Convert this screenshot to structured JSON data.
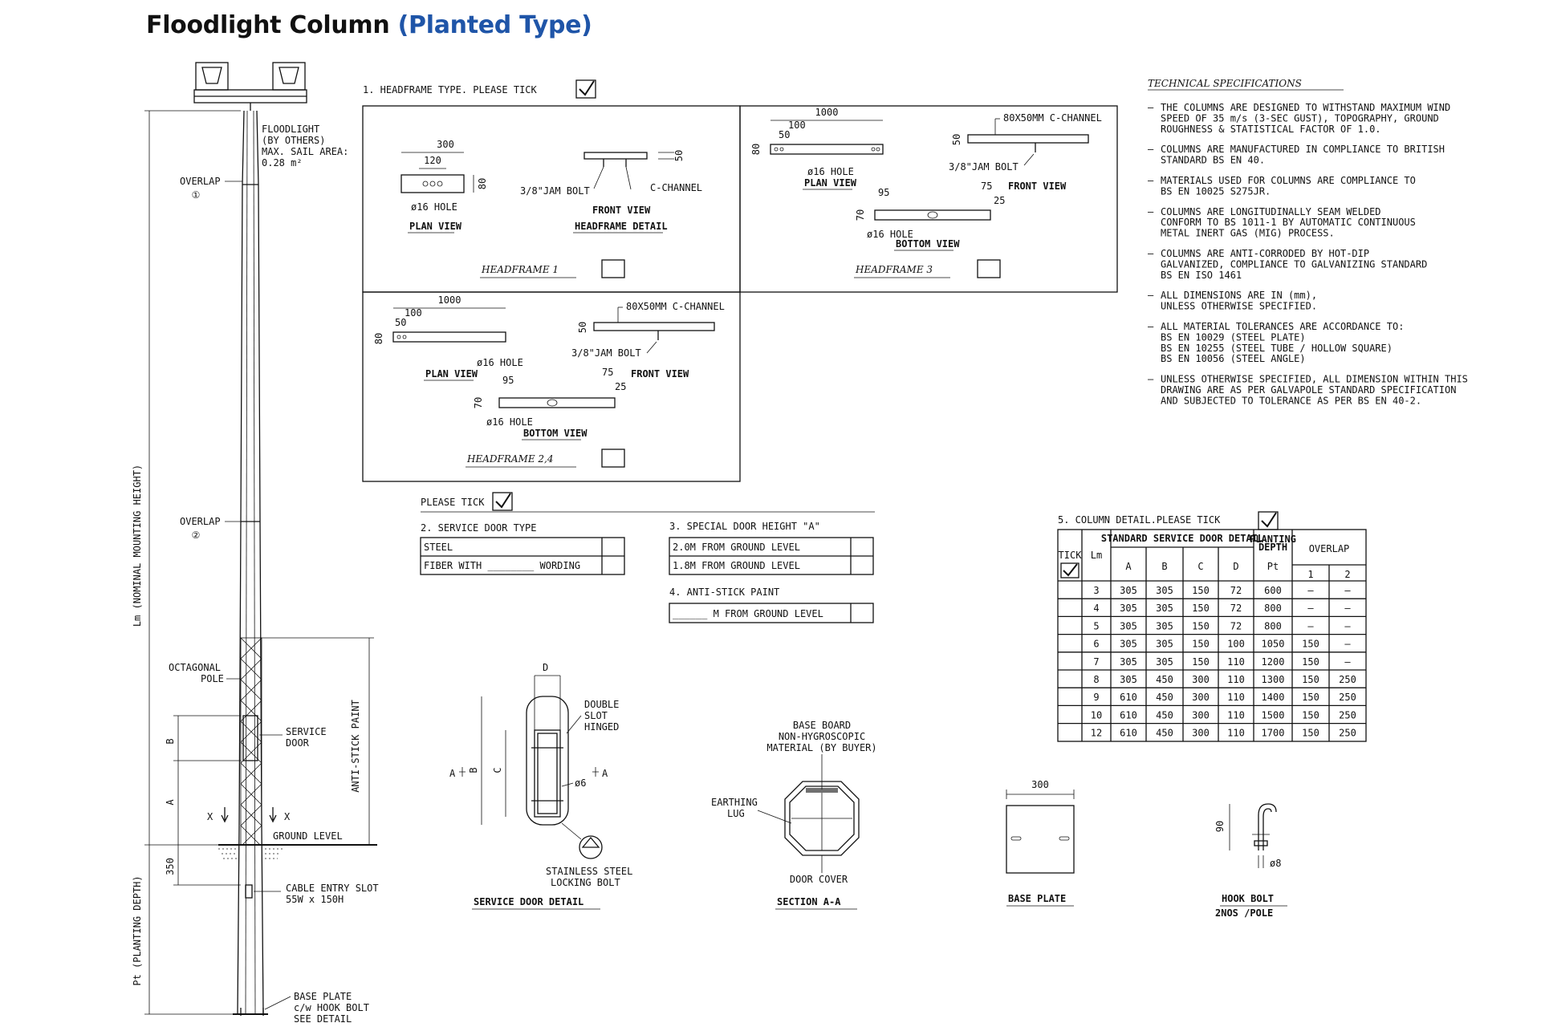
{
  "title": {
    "main": "Floodlight Column",
    "sub": "(Planted Type)",
    "accent_color": "#1f55a8"
  },
  "column": {
    "floodlight_note": [
      "FLOODLIGHT",
      "(BY OTHERS)",
      "MAX. SAIL AREA:",
      "0.28 m²"
    ],
    "overlap": "OVERLAP",
    "overlap_1": "①",
    "overlap_2": "②",
    "lm_label": "Lm (NOMINAL MOUNTING HEIGHT)",
    "pt_label": "Pt (PLANTING DEPTH)",
    "octagonal": [
      "OCTAGONAL",
      "POLE"
    ],
    "service_door": [
      "SERVICE",
      "DOOR"
    ],
    "anti_stick": "ANTI-STICK PAINT",
    "dim_b": "B",
    "dim_a": "A",
    "x_mark": "X",
    "ground_level": "GROUND LEVEL",
    "dim_350": "350",
    "cable_entry": [
      "CABLE ENTRY SLOT",
      "55W x 150H"
    ],
    "base_plate_note": [
      "BASE PLATE",
      "c/w HOOK BOLT",
      "SEE DETAIL"
    ]
  },
  "headframe": {
    "heading": "1. HEADFRAME TYPE. PLEASE TICK",
    "hf1": {
      "name": "HEADFRAME 1",
      "dim_300": "300",
      "dim_120": "120",
      "dim_80": "80",
      "hole": "ø16 HOLE",
      "plan": "PLAN VIEW",
      "bolt": "3/8\"JAM BOLT",
      "c_channel": "C-CHANNEL",
      "dim_50": "50",
      "front": "FRONT VIEW",
      "detail": "HEADFRAME DETAIL"
    },
    "hf3": {
      "name": "HEADFRAME 3",
      "dim_1000": "1000",
      "dim_100": "100",
      "dim_50": "50",
      "dim_80": "80",
      "hole": "ø16 HOLE",
      "plan": "PLAN VIEW",
      "channel": "80X50MM C-CHANNEL",
      "bolt": "3/8\"JAM BOLT",
      "front": "FRONT VIEW",
      "dim_95": "95",
      "dim_75": "75",
      "dim_25": "25",
      "dim_70": "70",
      "bottom": "BOTTOM VIEW"
    },
    "hf24": {
      "name": "HEADFRAME 2,4"
    }
  },
  "options": {
    "please_tick": "PLEASE TICK",
    "service_door_type": "2. SERVICE DOOR TYPE",
    "door_rows": [
      "STEEL",
      "FIBER WITH ________ WORDING"
    ],
    "special_door": "3. SPECIAL DOOR HEIGHT \"A\"",
    "height_rows": [
      "2.0M FROM GROUND LEVEL",
      "1.8M FROM GROUND LEVEL"
    ],
    "anti_stick": "4. ANTI-STICK PAINT",
    "anti_row": "______ M FROM GROUND LEVEL"
  },
  "tech_specs": {
    "title": "TECHNICAL SPECIFICATIONS",
    "items": [
      [
        "THE COLUMNS ARE DESIGNED TO WITHSTAND MAXIMUM WIND",
        "SPEED OF 35 m/s (3-SEC GUST), TOPOGRAPHY, GROUND",
        "ROUGHNESS & STATISTICAL FACTOR OF 1.0."
      ],
      [
        "COLUMNS ARE MANUFACTURED IN COMPLIANCE TO BRITISH",
        "STANDARD BS EN 40."
      ],
      [
        "MATERIALS USED FOR COLUMNS ARE COMPLIANCE TO",
        "BS EN 10025 S275JR."
      ],
      [
        "COLUMNS ARE LONGITUDINALLY SEAM WELDED",
        "CONFORM TO BS 1011-1 BY AUTOMATIC CONTINUOUS",
        "METAL INERT GAS (MIG) PROCESS."
      ],
      [
        "COLUMNS ARE ANTI-CORRODED BY HOT-DIP",
        "GALVANIZED, COMPLIANCE TO GALVANIZING STANDARD",
        "BS EN ISO 1461"
      ],
      [
        "ALL DIMENSIONS ARE IN (mm),",
        "UNLESS OTHERWISE SPECIFIED."
      ],
      [
        "ALL MATERIAL TOLERANCES ARE ACCORDANCE TO:",
        "BS EN 10029 (STEEL PLATE)",
        "BS EN 10255 (STEEL TUBE / HOLLOW SQUARE)",
        "BS EN 10056 (STEEL ANGLE)"
      ],
      [
        "UNLESS OTHERWISE SPECIFIED, ALL DIMENSION WITHIN THIS",
        "DRAWING ARE AS PER GALVAPOLE STANDARD SPECIFICATION",
        "AND SUBJECTED TO TOLERANCE AS PER BS EN 40-2."
      ]
    ]
  },
  "column_table": {
    "heading": "5. COLUMN DETAIL.PLEASE TICK",
    "h_tick": "TICK",
    "h_lm": "Lm",
    "h_std": "STANDARD SERVICE DOOR DETAIL",
    "h_planting": [
      "PLANTING",
      "DEPTH"
    ],
    "h_overlap": "OVERLAP",
    "cols": [
      "A",
      "B",
      "C",
      "D",
      "Pt",
      "1",
      "2"
    ],
    "rows": [
      [
        "3",
        "305",
        "305",
        "150",
        "72",
        "600",
        "–",
        "–"
      ],
      [
        "4",
        "305",
        "305",
        "150",
        "72",
        "800",
        "–",
        "–"
      ],
      [
        "5",
        "305",
        "305",
        "150",
        "72",
        "800",
        "–",
        "–"
      ],
      [
        "6",
        "305",
        "305",
        "150",
        "100",
        "1050",
        "150",
        "–"
      ],
      [
        "7",
        "305",
        "305",
        "150",
        "110",
        "1200",
        "150",
        "–"
      ],
      [
        "8",
        "305",
        "450",
        "300",
        "110",
        "1300",
        "150",
        "250"
      ],
      [
        "9",
        "610",
        "450",
        "300",
        "110",
        "1400",
        "150",
        "250"
      ],
      [
        "10",
        "610",
        "450",
        "300",
        "110",
        "1500",
        "150",
        "250"
      ],
      [
        "12",
        "610",
        "450",
        "300",
        "110",
        "1700",
        "150",
        "250"
      ]
    ]
  },
  "details": {
    "sd": {
      "dim_d": "D",
      "double": [
        "DOUBLE",
        "SLOT",
        "HINGED"
      ],
      "dim_b": "B",
      "dim_c": "C",
      "phi6": "ø6",
      "sec_a": "A",
      "lock": [
        "STAINLESS STEEL",
        "LOCKING BOLT"
      ],
      "title": "SERVICE DOOR DETAIL"
    },
    "sec": {
      "board": [
        "BASE BOARD",
        "NON-HYGROSCOPIC",
        "MATERIAL (BY BUYER)"
      ],
      "earthing": [
        "EARTHING",
        "LUG"
      ],
      "cover": "DOOR COVER",
      "title": "SECTION A-A"
    },
    "bp": {
      "dim": "300",
      "title": "BASE PLATE"
    },
    "hb": {
      "dim_90": "90",
      "phi8": "ø8",
      "title": "HOOK BOLT",
      "sub": "2NOS /POLE"
    }
  }
}
